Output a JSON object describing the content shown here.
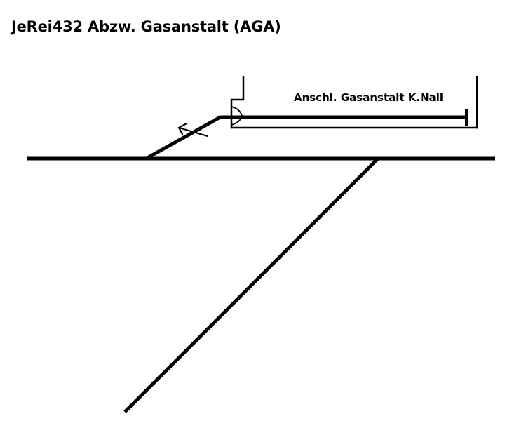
{
  "title": "JeRei432 Abzw. Gasanstalt (AGA)",
  "siding_label": "Anschl. Gasanstalt K.Nall",
  "colors": {
    "background": "#ffffff",
    "track": "#000000",
    "text": "#000000"
  },
  "elements": {
    "main_track": "horizontal main line",
    "branch_track": "diagonal branch line",
    "siding_track": "siding with buffer stop",
    "buffer_stop": "buffer-stop-icon",
    "direction_arrow": "arrow-icon",
    "enclosure": "facility boundary bracket"
  }
}
